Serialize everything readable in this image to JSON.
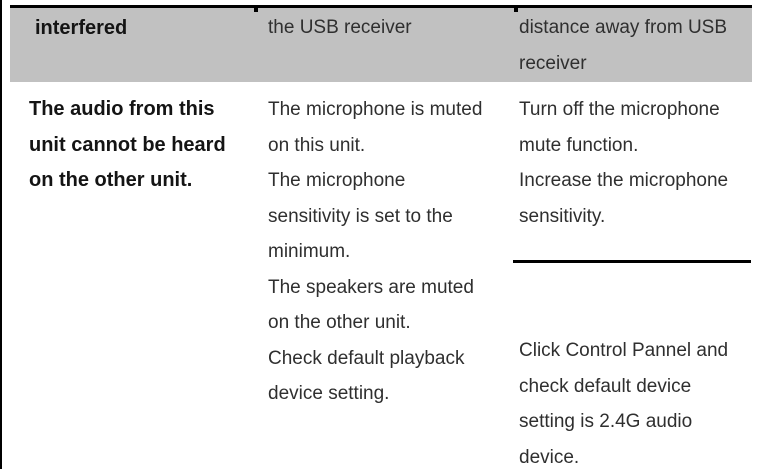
{
  "colors": {
    "header_row_bg": "#c1c1c1",
    "border": "#000000",
    "body_text": "#2f2f2f",
    "bold_text": "#141414"
  },
  "table": {
    "header": {
      "symptom": "interfered",
      "cause": "the USB receiver",
      "solution": "distance away from USB receiver"
    },
    "row": {
      "symptom": "The audio from this unit cannot be heard on the other unit.",
      "causes": [
        "The microphone is muted on this unit.",
        "The microphone sensitivity is set to the minimum.",
        "The speakers are muted on the other unit.",
        "Check default playback device setting."
      ],
      "solutions_upper": [
        "Turn off the microphone mute function.",
        "Increase the microphone sensitivity."
      ],
      "solutions_lower": [
        "Click Control Pannel and check default device setting is 2.4G audio device."
      ]
    }
  }
}
